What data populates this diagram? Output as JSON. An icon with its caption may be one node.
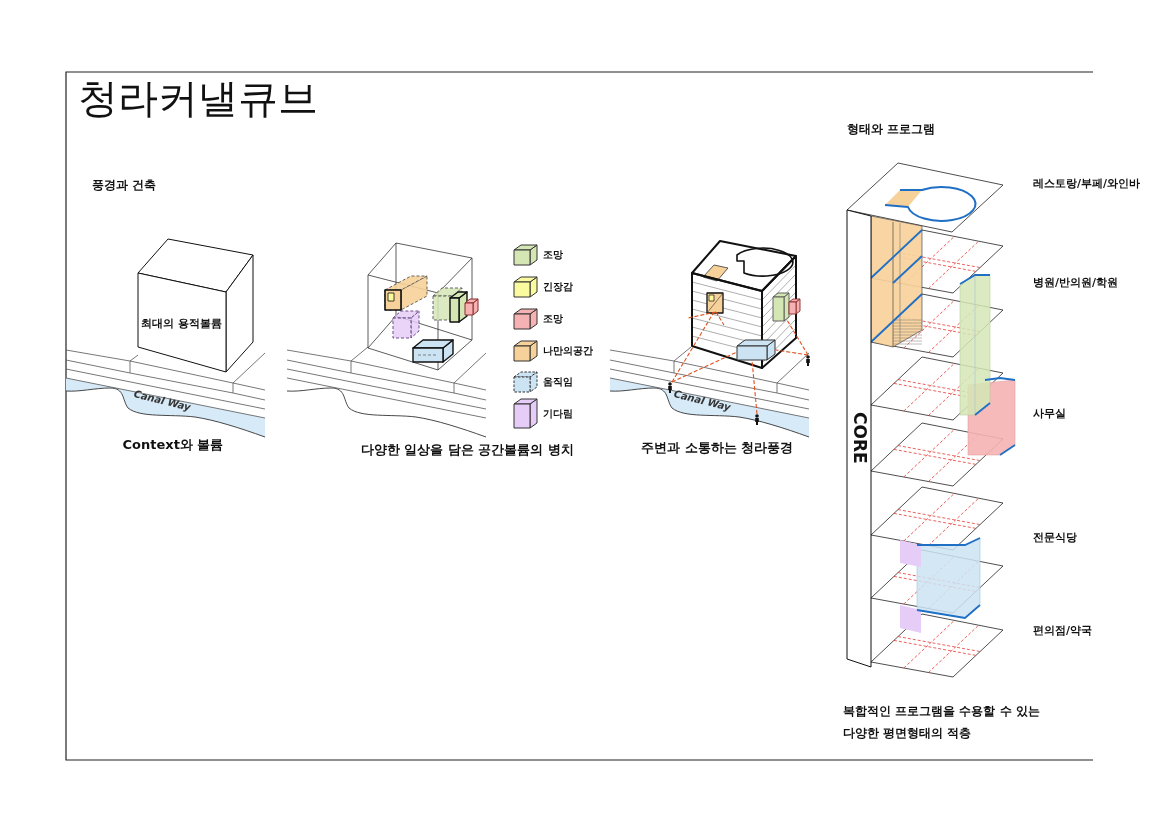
{
  "diagram": {
    "title": "청라커낼큐브",
    "nodes": [
      {
        "text": [
          "최대의 용적볼륨"
        ]
      },
      {
        "text": [
          "CORE"
        ]
      }
    ],
    "labels": [
      "풍경과 건축",
      "Canal Way",
      "Context와 볼륨",
      "다양한 일상을 담은 공간볼륨의 병치",
      "Canal Way",
      "주변과 소통하는 청라풍경",
      "형태와 프로그램",
      "레스토랑/부페/와인바",
      "병원/반의원/학원",
      "사무실",
      "전문식당",
      "편의점/약국",
      "복합적인 프로그램을 수용할 수 있는 다양한 평면형태의 적층"
    ],
    "legend": [
      {
        "text": "조망",
        "color": "#d5e6b5"
      },
      {
        "text": "긴장감",
        "color": "#fafa9e"
      },
      {
        "text": "조망",
        "color": "#f6b2b2"
      },
      {
        "text": "나만의공간",
        "color": "#f7d19a"
      },
      {
        "text": "움직임",
        "color": "#cce3f3"
      },
      {
        "text": "기다림",
        "color": "#e6cdf7"
      }
    ]
  }
}
